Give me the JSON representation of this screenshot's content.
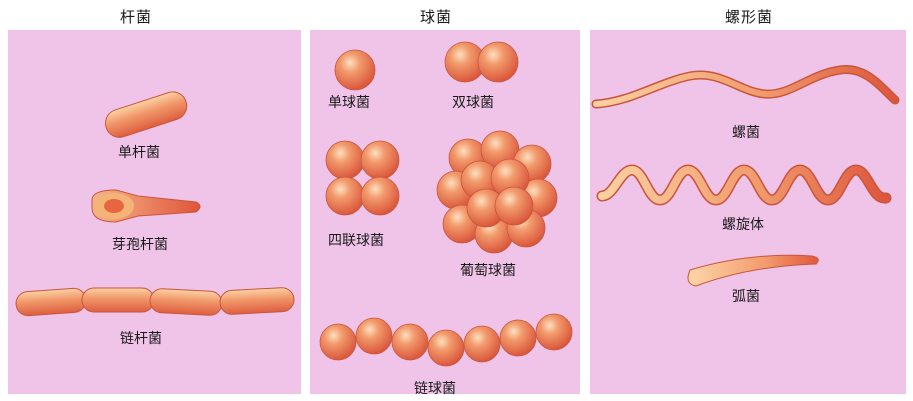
{
  "columns": {
    "rod": {
      "title": "杆菌",
      "items": [
        "单杆菌",
        "芽孢杆菌",
        "链杆菌"
      ]
    },
    "coccus": {
      "title": "球菌",
      "items": [
        "单球菌",
        "双球菌",
        "四联球菌",
        "葡萄球菌",
        "链球菌"
      ]
    },
    "spiral": {
      "title": "螺形菌",
      "items": [
        "螺菌",
        "螺旋体",
        "弧菌"
      ]
    }
  },
  "colors": {
    "panel": "#efc4e8",
    "cell": "#ea6e4e",
    "cell_highlight": "#fbd3a6",
    "cell_outline": "#c8563c"
  }
}
